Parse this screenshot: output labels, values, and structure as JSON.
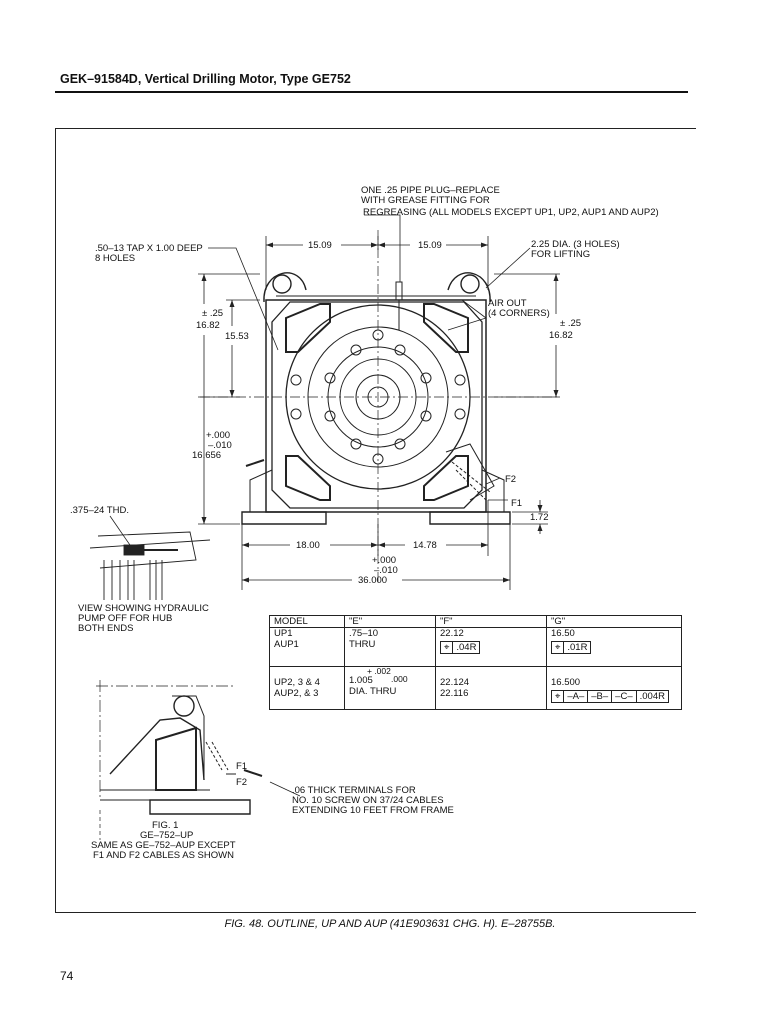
{
  "header": {
    "title": "GEK–91584D, Vertical Drilling Motor, Type GE752"
  },
  "caption": "FIG. 48. OUTLINE, UP AND AUP (41E903631 CHG. H). E–28755B.",
  "page_number": "74",
  "callouts": {
    "pipe_plug": [
      "ONE .25 PIPE PLUG–REPLACE",
      "WITH GREASE FITTING FOR",
      "REGREASING (ALL MODELS EXCEPT UP1, UP2, AUP1 AND AUP2)"
    ],
    "tap_holes": [
      ".50–13 TAP X 1.00 DEEP",
      "8 HOLES"
    ],
    "lifting": [
      "2.25 DIA. (3 HOLES)",
      "FOR LIFTING"
    ],
    "air_out": [
      "AIR OUT",
      "(4 CORNERS)"
    ],
    "thread": ".375–24 THD.",
    "hydraulic_view": [
      "VIEW SHOWING HYDRAULIC",
      "PUMP OFF FOR HUB",
      "BOTH ENDS"
    ],
    "terminals": [
      ".06 THICK TERMINALS FOR",
      "NO. 10 SCREW ON 37/24 CABLES",
      "EXTENDING 10 FEET FROM FRAME"
    ],
    "fig1": [
      "FIG. 1",
      "GE–752–UP",
      "SAME AS GE–752–AUP EXCEPT",
      "F1 AND F2 CABLES AS SHOWN"
    ],
    "f1": "F1",
    "f2": "F2"
  },
  "dimensions": {
    "top_left": "15.09",
    "top_right": "15.09",
    "left_tol": "± .25",
    "left_outer": "16.82",
    "left_inner": "15.53",
    "right_tol": "± .25",
    "right_outer": "16.82",
    "lower_tol_plus": "+.000",
    "lower_tol_minus": "–.010",
    "lower_left": "16.656",
    "foot_height": "1.72",
    "bottom_left": "18.00",
    "bottom_right": "14.78",
    "overall_tol_plus": "+.000",
    "overall_tol_minus": "–.010",
    "overall": "36.000"
  },
  "table": {
    "headers": [
      "MODEL",
      "\"E\"",
      "\"F\"",
      "\"G\""
    ],
    "row1": {
      "model": [
        "UP1",
        "AUP1"
      ],
      "e": [
        ".75–10",
        "THRU"
      ],
      "f_value": "22.12",
      "f_tol": ".04R",
      "g_value": "16.50",
      "g_tol": ".01R"
    },
    "row2": {
      "model": [
        "UP2, 3 & 4",
        "AUP2, & 3"
      ],
      "e_tol": [
        "+ .002",
        ".000"
      ],
      "e": [
        "1.005",
        "DIA. THRU"
      ],
      "f": [
        "22.124",
        "22.116"
      ],
      "g_value": "16.500",
      "g_frame": [
        "–A–",
        "–B–",
        "–C–",
        ".004R"
      ]
    },
    "symbol": "⌖"
  }
}
